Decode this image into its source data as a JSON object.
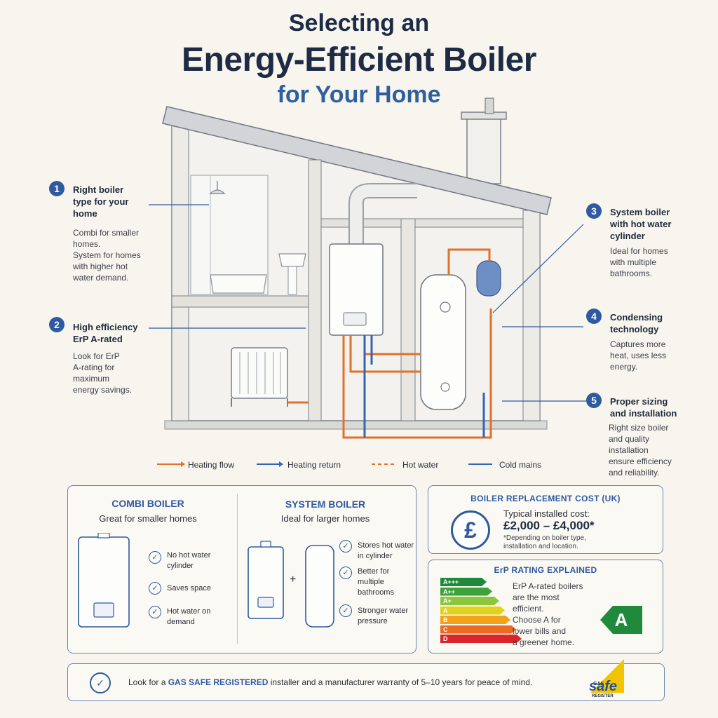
{
  "title": {
    "line1": "Selecting an",
    "line2": "Energy-Efficient Boiler",
    "line3": "for Your Home"
  },
  "callouts": [
    {
      "num": "1",
      "heading": [
        "Right boiler",
        "type for your",
        "home"
      ],
      "body": [
        "Combi for smaller",
        "homes.",
        "System for homes",
        "with higher hot",
        "water demand."
      ]
    },
    {
      "num": "2",
      "heading": [
        "High efficiency",
        "ErP A-rated"
      ],
      "body": [
        "Look for ErP",
        "A-rating for",
        "maximum",
        "energy savings."
      ]
    },
    {
      "num": "3",
      "heading": [
        "System boiler",
        "with hot water",
        "cylinder"
      ],
      "body": [
        "Ideal for homes",
        "with multiple",
        "bathrooms."
      ]
    },
    {
      "num": "4",
      "heading": [
        "Condensing",
        "technology"
      ],
      "body": [
        "Captures more",
        "heat, uses less",
        "energy."
      ]
    },
    {
      "num": "5",
      "heading": [
        "Proper sizing",
        "and installation"
      ],
      "body": [
        "Right size boiler",
        "and quality",
        "installation",
        "ensure efficiency",
        "and reliability."
      ]
    }
  ],
  "legend": {
    "heating_flow": "Heating flow",
    "heating_return": "Heating return",
    "hot_water": "Hot water",
    "cold_mains": "Cold mains"
  },
  "combi": {
    "title": "COMBI BOILER",
    "subtitle": "Great for smaller homes",
    "features": [
      [
        "No hot water",
        "cylinder"
      ],
      [
        "Saves space"
      ],
      [
        "Hot water on",
        "demand"
      ]
    ]
  },
  "system": {
    "title": "SYSTEM BOILER",
    "subtitle": "Ideal for larger homes",
    "plus": "+",
    "features": [
      [
        "Stores hot water",
        "in cylinder"
      ],
      [
        "Better for",
        "multiple",
        "bathrooms"
      ],
      [
        "Stronger water",
        "pressure"
      ]
    ]
  },
  "cost": {
    "heading": "BOILER REPLACEMENT COST (UK)",
    "symbol": "£",
    "label": "Typical installed cost:",
    "range": "£2,000 – £4,000*",
    "note": [
      "*Depending on boiler type,",
      "installation and location."
    ]
  },
  "erp": {
    "heading": "ErP RATING EXPLAINED",
    "bands": [
      "A+++",
      "A++",
      "A+",
      "A",
      "B",
      "C",
      "D"
    ],
    "band_colors": [
      "#1f8a3c",
      "#3ea23a",
      "#8cc63f",
      "#e2d21e",
      "#f3a21a",
      "#ec6a22",
      "#d9262b"
    ],
    "text": [
      "ErP A-rated boilers",
      "are the most",
      "efficient.",
      "Choose A for",
      "lower bills and",
      "a greener home."
    ],
    "badge": "A"
  },
  "footer": {
    "pre": "Look for a ",
    "highlight": "GAS SAFE REGISTERED",
    "post": " installer and a manufacturer warranty of 5–10 years for peace of mind.",
    "logo_small": "GAS",
    "logo_big": "safe",
    "logo_reg": "REGISTER"
  },
  "colors": {
    "accent": "#2f5aa0",
    "flow": "#e0712a",
    "return": "#3565b0"
  }
}
